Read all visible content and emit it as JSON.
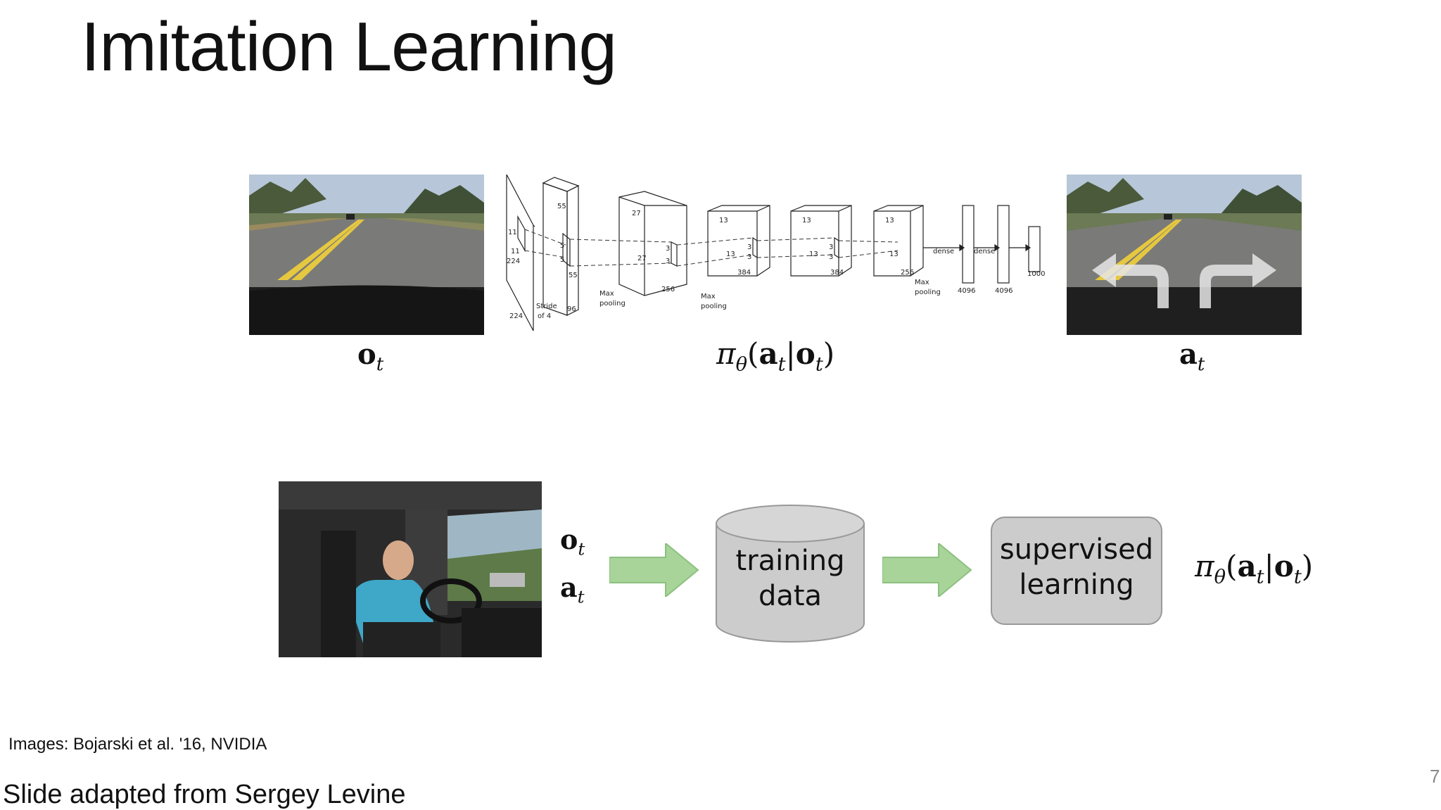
{
  "slide": {
    "title": "Imitation Learning",
    "credit": "Images: Bojarski et al. '16, NVIDIA",
    "source": "Slide adapted from Sergey Levine",
    "page_number": "7"
  },
  "top_row": {
    "input_label": {
      "symbol": "o",
      "subscript": "t"
    },
    "output_label": {
      "symbol": "a",
      "subscript": "t"
    },
    "policy_label": {
      "pi": "π",
      "theta": "θ",
      "a": "a",
      "t": "t",
      "bar": "|",
      "o": "o"
    },
    "network": {
      "input_dims": [
        "11",
        "11",
        "224",
        "224"
      ],
      "conv1_dims": [
        "55",
        "55",
        "96",
        "5",
        "5"
      ],
      "stride_label": [
        "Stride",
        "of 4"
      ],
      "pool1_label": [
        "Max",
        "pooling"
      ],
      "conv2_dims": [
        "27",
        "27",
        "256",
        "3",
        "3"
      ],
      "pool2_label": [
        "Max",
        "pooling"
      ],
      "conv3_dims": [
        "13",
        "13",
        "384",
        "3",
        "3"
      ],
      "conv4_dims": [
        "13",
        "13",
        "384",
        "3",
        "3"
      ],
      "conv5_dims": [
        "13",
        "13",
        "256"
      ],
      "pool3_label": [
        "Max",
        "pooling"
      ],
      "dense1_label": "dense",
      "dense2_label": "dense",
      "dense1_size": "4096",
      "dense2_size": "4096",
      "output_size": "1000"
    }
  },
  "bottom_row": {
    "obs_label": {
      "symbol": "o",
      "subscript": "t"
    },
    "act_label": {
      "symbol": "a",
      "subscript": "t"
    },
    "database_label": [
      "training",
      "data"
    ],
    "learner_label": [
      "supervised",
      "learning"
    ],
    "policy_label": {
      "pi": "π",
      "theta": "θ",
      "a": "a",
      "t": "t",
      "bar": "|",
      "o": "o"
    }
  },
  "colors": {
    "arrow_fill": "#a8d49a",
    "arrow_stroke": "#8cc07e",
    "box_fill": "#cccccc",
    "box_stroke": "#999999"
  },
  "icons": {
    "road_photo": "road-scene",
    "driver_photo": "truck-driver",
    "turn_arrows": "left-right-turn-arrows"
  }
}
